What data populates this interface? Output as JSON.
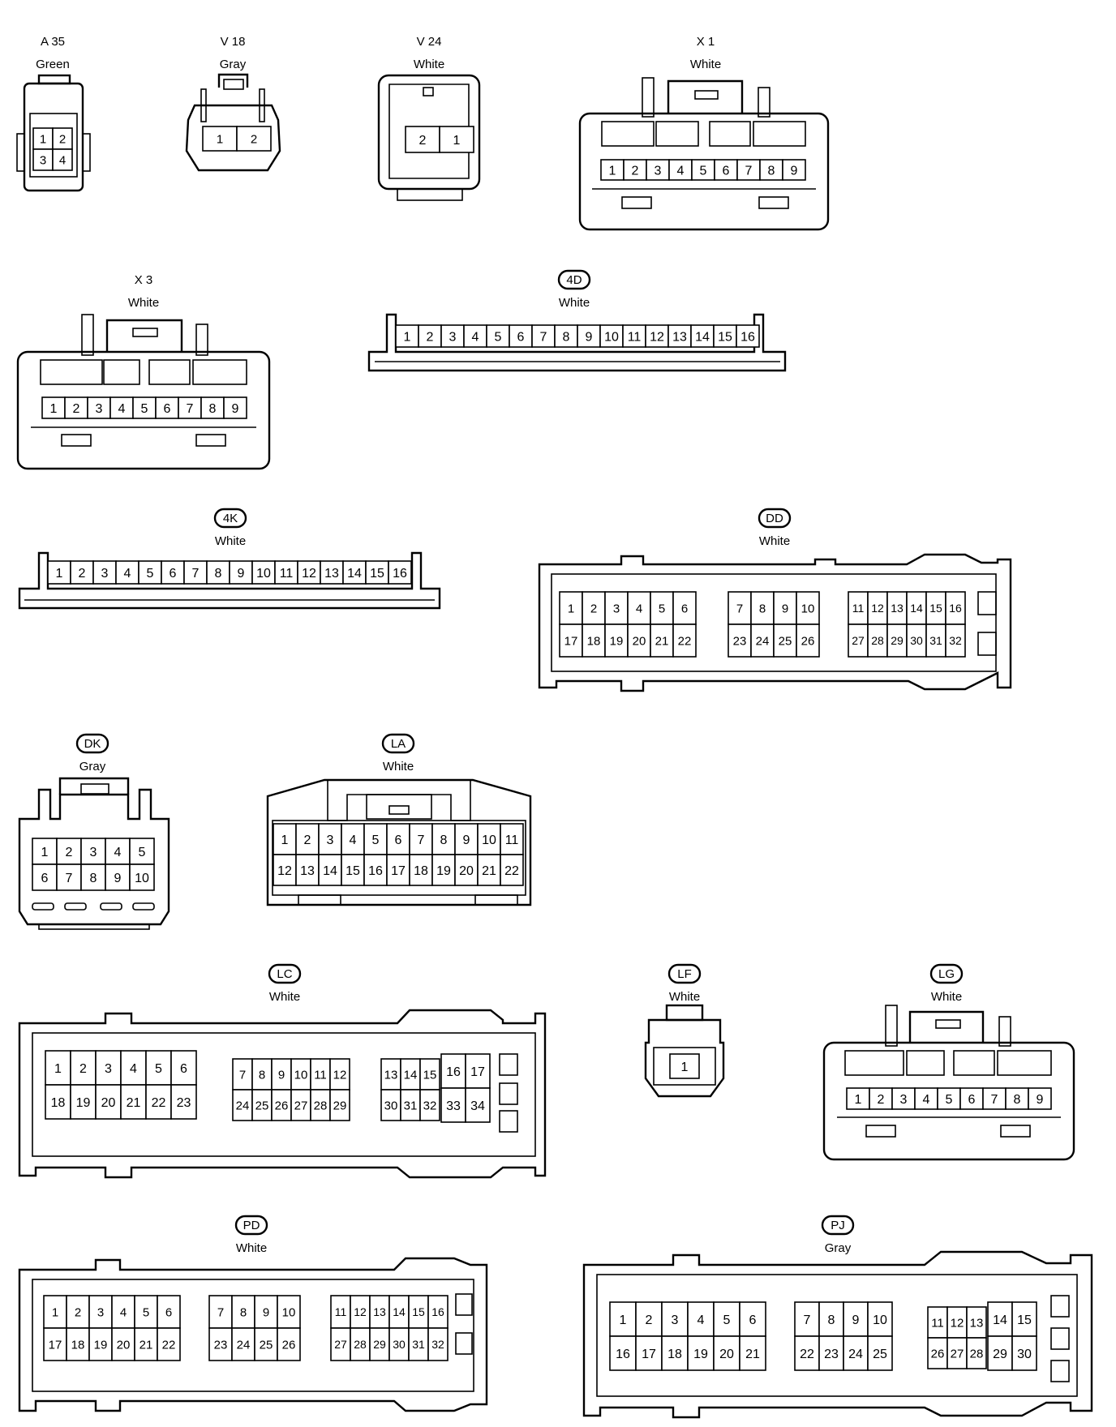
{
  "connectors": [
    {
      "id": "a35",
      "code": "A 35",
      "color": "Green",
      "badge": false,
      "pins": [
        [
          "1",
          "2"
        ],
        [
          "3",
          "4"
        ]
      ]
    },
    {
      "id": "v18",
      "code": "V 18",
      "color": "Gray",
      "badge": false,
      "pins": [
        [
          "1",
          "2"
        ]
      ]
    },
    {
      "id": "v24",
      "code": "V 24",
      "color": "White",
      "badge": false,
      "pins": [
        [
          "2",
          "1"
        ]
      ]
    },
    {
      "id": "x1",
      "code": "X 1",
      "color": "White",
      "badge": false,
      "pins": [
        [
          "1",
          "2",
          "3",
          "4",
          "5",
          "6",
          "7",
          "8",
          "9"
        ]
      ]
    },
    {
      "id": "x3",
      "code": "X 3",
      "color": "White",
      "badge": false,
      "pins": [
        [
          "1",
          "2",
          "3",
          "4",
          "5",
          "6",
          "7",
          "8",
          "9"
        ]
      ]
    },
    {
      "id": "c4d",
      "code": "4D",
      "color": "White",
      "badge": true,
      "pins": [
        [
          "1",
          "2",
          "3",
          "4",
          "5",
          "6",
          "7",
          "8",
          "9",
          "10",
          "11",
          "12",
          "13",
          "14",
          "15",
          "16"
        ]
      ]
    },
    {
      "id": "c4k",
      "code": "4K",
      "color": "White",
      "badge": true,
      "pins": [
        [
          "1",
          "2",
          "3",
          "4",
          "5",
          "6",
          "7",
          "8",
          "9",
          "10",
          "11",
          "12",
          "13",
          "14",
          "15",
          "16"
        ]
      ]
    },
    {
      "id": "dd",
      "code": "DD",
      "color": "White",
      "badge": true,
      "groups": [
        [
          [
            "1",
            "2",
            "3",
            "4",
            "5",
            "6"
          ],
          [
            "17",
            "18",
            "19",
            "20",
            "21",
            "22"
          ]
        ],
        [
          [
            "7",
            "8",
            "9",
            "10"
          ],
          [
            "23",
            "24",
            "25",
            "26"
          ]
        ],
        [
          [
            "11",
            "12",
            "13",
            "14",
            "15",
            "16"
          ],
          [
            "27",
            "28",
            "29",
            "30",
            "31",
            "32"
          ]
        ]
      ]
    },
    {
      "id": "dk",
      "code": "DK",
      "color": "Gray",
      "badge": true,
      "pins": [
        [
          "1",
          "2",
          "3",
          "4",
          "5"
        ],
        [
          "6",
          "7",
          "8",
          "9",
          "10"
        ]
      ]
    },
    {
      "id": "la",
      "code": "LA",
      "color": "White",
      "badge": true,
      "pins": [
        [
          "1",
          "2",
          "3",
          "4",
          "5",
          "6",
          "7",
          "8",
          "9",
          "10",
          "11"
        ],
        [
          "12",
          "13",
          "14",
          "15",
          "16",
          "17",
          "18",
          "19",
          "20",
          "21",
          "22"
        ]
      ]
    },
    {
      "id": "lc",
      "code": "LC",
      "color": "White",
      "badge": true,
      "groups": [
        [
          [
            "1",
            "2",
            "3",
            "4",
            "5",
            "6"
          ],
          [
            "18",
            "19",
            "20",
            "21",
            "22",
            "23"
          ]
        ],
        [
          [
            "7",
            "8",
            "9",
            "10",
            "11",
            "12"
          ],
          [
            "24",
            "25",
            "26",
            "27",
            "28",
            "29"
          ]
        ],
        [
          [
            "13",
            "14",
            "15"
          ],
          [
            "30",
            "31",
            "32"
          ]
        ],
        [
          [
            "16",
            "17"
          ],
          [
            "33",
            "34"
          ]
        ]
      ]
    },
    {
      "id": "lf",
      "code": "LF",
      "color": "White",
      "badge": true,
      "pins": [
        [
          "1"
        ]
      ]
    },
    {
      "id": "lg",
      "code": "LG",
      "color": "White",
      "badge": true,
      "pins": [
        [
          "1",
          "2",
          "3",
          "4",
          "5",
          "6",
          "7",
          "8",
          "9"
        ]
      ]
    },
    {
      "id": "pd",
      "code": "PD",
      "color": "White",
      "badge": true,
      "groups": [
        [
          [
            "1",
            "2",
            "3",
            "4",
            "5",
            "6"
          ],
          [
            "17",
            "18",
            "19",
            "20",
            "21",
            "22"
          ]
        ],
        [
          [
            "7",
            "8",
            "9",
            "10"
          ],
          [
            "23",
            "24",
            "25",
            "26"
          ]
        ],
        [
          [
            "11",
            "12",
            "13",
            "14",
            "15",
            "16"
          ],
          [
            "27",
            "28",
            "29",
            "30",
            "31",
            "32"
          ]
        ]
      ]
    },
    {
      "id": "pj",
      "code": "PJ",
      "color": "Gray",
      "badge": true,
      "groups": [
        [
          [
            "1",
            "2",
            "3",
            "4",
            "5",
            "6"
          ],
          [
            "16",
            "17",
            "18",
            "19",
            "20",
            "21"
          ]
        ],
        [
          [
            "7",
            "8",
            "9",
            "10"
          ],
          [
            "22",
            "23",
            "24",
            "25"
          ]
        ],
        [
          [
            "11",
            "12",
            "13"
          ],
          [
            "26",
            "27",
            "28"
          ]
        ],
        [
          [
            "14",
            "15"
          ],
          [
            "29",
            "30"
          ]
        ]
      ]
    }
  ]
}
